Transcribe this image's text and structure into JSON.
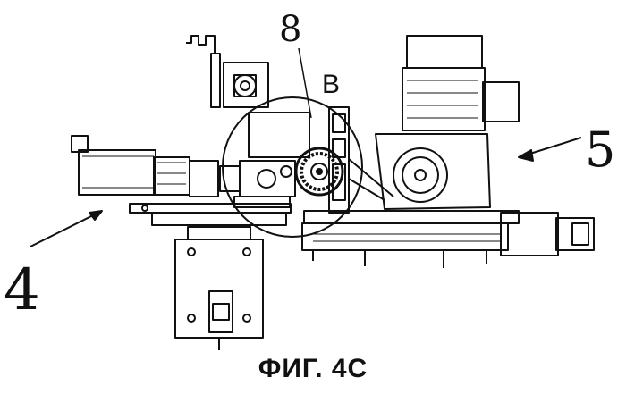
{
  "figure": {
    "caption": "ФИГ. 4С",
    "labels": {
      "ref_4": "4",
      "ref_5": "5",
      "ref_8": "8",
      "detail_B": "B"
    }
  }
}
